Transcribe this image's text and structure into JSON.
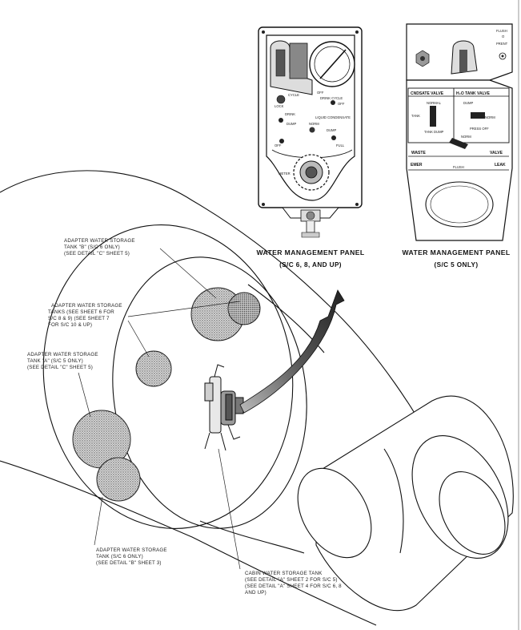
{
  "panel_left": {
    "caption_line1": "WATER MANAGEMENT PANEL",
    "caption_line2": "(S/C 6, 8, AND UP)",
    "face_labels": {
      "lock": "LOCK",
      "cycle": "CYCLE",
      "off_top": "OFF",
      "drink_cycle": "DRINK CYCLE",
      "off_right": "OFF",
      "drink": "DRINK",
      "liquid_condensate": "LIQUID CONDENSATE",
      "dump_left": "DUMP",
      "norm": "NORM",
      "dump_right": "DUMP",
      "off_bottom": "OFF",
      "full": "FULL",
      "meter": "METER"
    }
  },
  "panel_right": {
    "caption_line1": "WATER MANAGEMENT PANEL",
    "caption_line2": "(S/C 5 ONLY)",
    "face_labels": {
      "flush": "FLUSH",
      "o": "O",
      "prent": "PRENT",
      "cndsate_valve": "CNDSATE VALVE",
      "h2o_tank_valve": "H₂O TANK VALVE",
      "normal": "NORMAL",
      "tank": "TANK",
      "tank_dump": "TANK DUMP",
      "dump": "DUMP",
      "norm_right": "NORM",
      "press_off": "PRESS OFF",
      "norm_bottom": "NORM",
      "waste": "WASTE",
      "valve": "VALVE",
      "emer": "EMER",
      "flush_bottom": "FLUSH",
      "leak": "LEAK"
    }
  },
  "callouts": {
    "tank_b": [
      "ADAPTER WATER STORAGE",
      "TANK \"B\" (S/C 6 ONLY)",
      "(SEE DETAIL \"C\" SHEET 5)"
    ],
    "tanks_multi": [
      "ADAPTER WATER STORAGE",
      "TANKS (SEE SHEET 6 FOR",
      "S/C 8 & 9) (SEE SHEET 7",
      "FOR S/C 10 & UP)"
    ],
    "tank_a": [
      "ADAPTER WATER STORAGE",
      "TANK \"A\" (S/C 5 ONLY)",
      "(SEE DETAIL \"C\" SHEET 5)"
    ],
    "tank_s6": [
      "ADAPTER WATER STORAGE",
      "TANK (S/C 6 ONLY)",
      "(SEE DETAIL \"B\" SHEET 3)"
    ],
    "cabin_tank": [
      "CABIN WATER STORAGE TANK",
      "(SEE DETAIL \"A\" SHEET 2 FOR S/C 5)",
      "(SEE DETAIL \"A\" SHEET 4 FOR S/C 6, 8",
      "AND UP)"
    ]
  }
}
